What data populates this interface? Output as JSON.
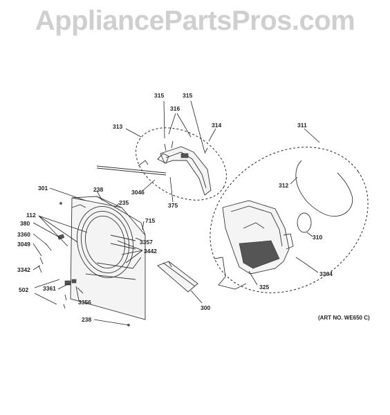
{
  "watermark": "AppliancePartsPros.com",
  "art_number": "(ART NO. WE650 C)",
  "callouts": {
    "c315a": "315",
    "c315b": "315",
    "c316": "316",
    "c313": "313",
    "c314": "314",
    "c311": "311",
    "c312": "312",
    "c3046": "3046",
    "c375": "375",
    "c301": "301",
    "c238a": "238",
    "c235": "235",
    "c112": "112",
    "c380": "380",
    "c3360": "3360",
    "c3049": "3049",
    "c715": "715",
    "c3357": "3357",
    "c3442": "3442",
    "c3342": "3342",
    "c502": "502",
    "c3361": "3361",
    "c3356": "3356",
    "c238b": "238",
    "c300": "300",
    "c310": "310",
    "c325": "325",
    "c3364": "3364"
  }
}
